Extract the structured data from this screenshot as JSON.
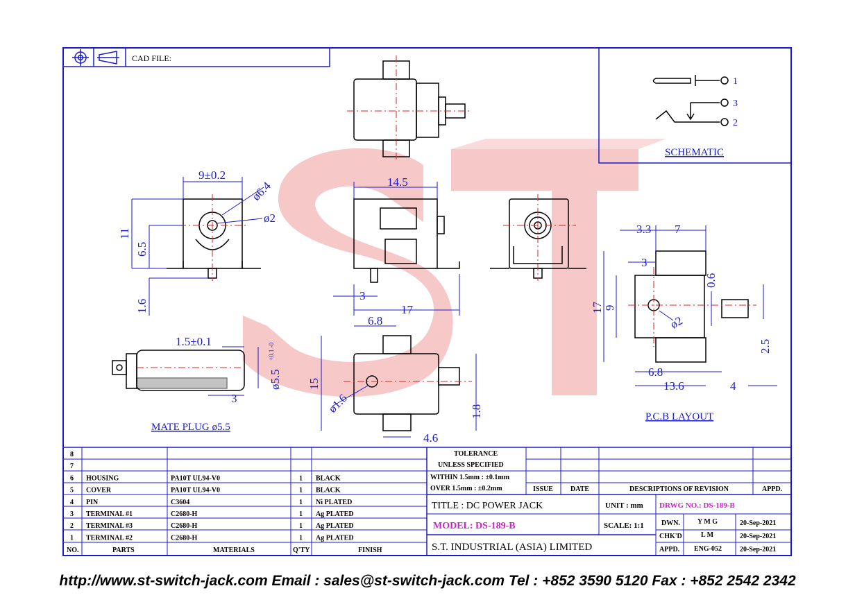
{
  "header": {
    "cad_file_label": "CAD FILE:"
  },
  "logo": {
    "letters": "ST"
  },
  "schematic": {
    "pin1": "1",
    "pin3": "3",
    "pin2": "2",
    "label": "SCHEMATIC"
  },
  "views": {
    "front": {
      "dim_width": "9±0.2",
      "dim_d64": "ø6.4",
      "dim_d2": "ø2",
      "dim_11": "11",
      "dim_65": "6.5",
      "dim_16": "1.6"
    },
    "side": {
      "dim_145": "14.5",
      "dim_3": "3",
      "dim_17": "17"
    },
    "bottom": {
      "dim_68": "6.8",
      "dim_15": "15",
      "dim_d16": "ø1.6",
      "dim_18": "1.8",
      "dim_46": "4.6"
    },
    "plug": {
      "dim_15tol": "1.5±0.1",
      "dim_55": "ø5.5",
      "dim_55tol": "+0.1 -0",
      "dim_3": "3",
      "label": "MATE PLUG ø5.5"
    },
    "pcb": {
      "dim_33": "3.3",
      "dim_7": "7",
      "dim_3": "3",
      "dim_06": "0.6",
      "dim_17": "17",
      "dim_9": "9",
      "dim_d2": "ø2",
      "dim_25": "2.5",
      "dim_68": "6.8",
      "dim_136": "13.6",
      "dim_4": "4",
      "label": "P.C.B LAYOUT"
    }
  },
  "parts_table": {
    "header": {
      "no": "NO.",
      "parts": "PARTS",
      "materials": "MATERIALS",
      "qty": "Q'TY",
      "finish": "FINISH"
    },
    "rows": [
      {
        "no": "8",
        "part": "",
        "material": "",
        "qty": "",
        "finish": ""
      },
      {
        "no": "7",
        "part": "",
        "material": "",
        "qty": "",
        "finish": ""
      },
      {
        "no": "6",
        "part": "HOUSING",
        "material": "PA10T UL94-V0",
        "qty": "1",
        "finish": "BLACK"
      },
      {
        "no": "5",
        "part": "COVER",
        "material": "PA10T UL94-V0",
        "qty": "1",
        "finish": "BLACK"
      },
      {
        "no": "4",
        "part": "PIN",
        "material": "C3604",
        "qty": "1",
        "finish": "Ni PLATED"
      },
      {
        "no": "3",
        "part": "TERMINAL #1",
        "material": "C2680-H",
        "qty": "1",
        "finish": "Ag PLATED"
      },
      {
        "no": "2",
        "part": "TERMINAL #3",
        "material": "C2680-H",
        "qty": "1",
        "finish": "Ag PLATED"
      },
      {
        "no": "1",
        "part": "TERMINAL #2",
        "material": "C2680-H",
        "qty": "1",
        "finish": "Ag PLATED"
      }
    ]
  },
  "tolerance": {
    "line1": "TOLERANCE",
    "line2": "UNLESS  SPECIFIED",
    "within": "WITHIN  1.5mm : ±0.1mm",
    "over": "OVER    1.5mm : ±0.2mm"
  },
  "revision": {
    "issue": "ISSUE",
    "date": "DATE",
    "descriptions": "DESCRIPTIONS  OF  REVISION",
    "appd": "APPD."
  },
  "title_block": {
    "title": "TITLE : DC POWER JACK",
    "unit": "UNIT :   mm",
    "drwg_no": "DRWG NO.: DS-189-B",
    "model": "MODEL: DS-189-B",
    "scale": "SCALE:   1:1",
    "company": "S.T.  INDUSTRIAL  (ASIA)  LIMITED",
    "dwn_label": "DWN.",
    "dwn_value": "Y M G",
    "dwn_date": "20-Sep-2021",
    "chk_label": "CHK'D",
    "chk_value": "L M",
    "chk_date": "20-Sep-2021",
    "appd_label": "APPD.",
    "appd_value": "ENG-052",
    "appd_date": "20-Sep-2021"
  },
  "footer": {
    "text": "http://www.st-switch-jack.com  Email : sales@st-switch-jack.com  Tel : +852 3590 5120  Fax : +852 2542 2342"
  },
  "colors": {
    "frame": "#1a1acc",
    "centerline": "#dd2222",
    "logo": "#f0a8a8",
    "magenta": "#cc22cc"
  }
}
